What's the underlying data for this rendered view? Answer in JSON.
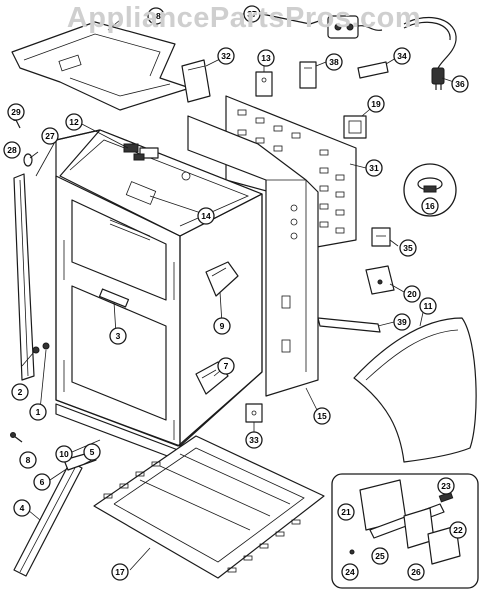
{
  "watermark": "AppliancePartsPros.com",
  "callouts": [
    {
      "id": "1",
      "label": "1"
    },
    {
      "id": "2",
      "label": "2"
    },
    {
      "id": "3",
      "label": "3"
    },
    {
      "id": "4",
      "label": "4"
    },
    {
      "id": "5",
      "label": "5"
    },
    {
      "id": "6",
      "label": "6"
    },
    {
      "id": "7",
      "label": "7"
    },
    {
      "id": "8",
      "label": "8"
    },
    {
      "id": "9",
      "label": "9"
    },
    {
      "id": "10",
      "label": "10"
    },
    {
      "id": "11",
      "label": "11"
    },
    {
      "id": "12",
      "label": "12"
    },
    {
      "id": "13",
      "label": "13"
    },
    {
      "id": "14",
      "label": "14"
    },
    {
      "id": "15",
      "label": "15"
    },
    {
      "id": "16",
      "label": "16"
    },
    {
      "id": "17",
      "label": "17"
    },
    {
      "id": "18",
      "label": "18"
    },
    {
      "id": "19",
      "label": "19"
    },
    {
      "id": "20",
      "label": "20"
    },
    {
      "id": "21",
      "label": "21"
    },
    {
      "id": "22",
      "label": "22"
    },
    {
      "id": "23",
      "label": "23"
    },
    {
      "id": "24",
      "label": "24"
    },
    {
      "id": "25",
      "label": "25"
    },
    {
      "id": "26",
      "label": "26"
    },
    {
      "id": "27",
      "label": "27"
    },
    {
      "id": "28",
      "label": "28"
    },
    {
      "id": "29",
      "label": "29"
    },
    {
      "id": "31",
      "label": "31"
    },
    {
      "id": "32",
      "label": "32"
    },
    {
      "id": "33",
      "label": "33"
    },
    {
      "id": "34",
      "label": "34"
    },
    {
      "id": "35",
      "label": "35"
    },
    {
      "id": "36",
      "label": "36"
    },
    {
      "id": "37",
      "label": "37"
    },
    {
      "id": "38",
      "label": "38"
    },
    {
      "id": "39",
      "label": "39"
    }
  ]
}
